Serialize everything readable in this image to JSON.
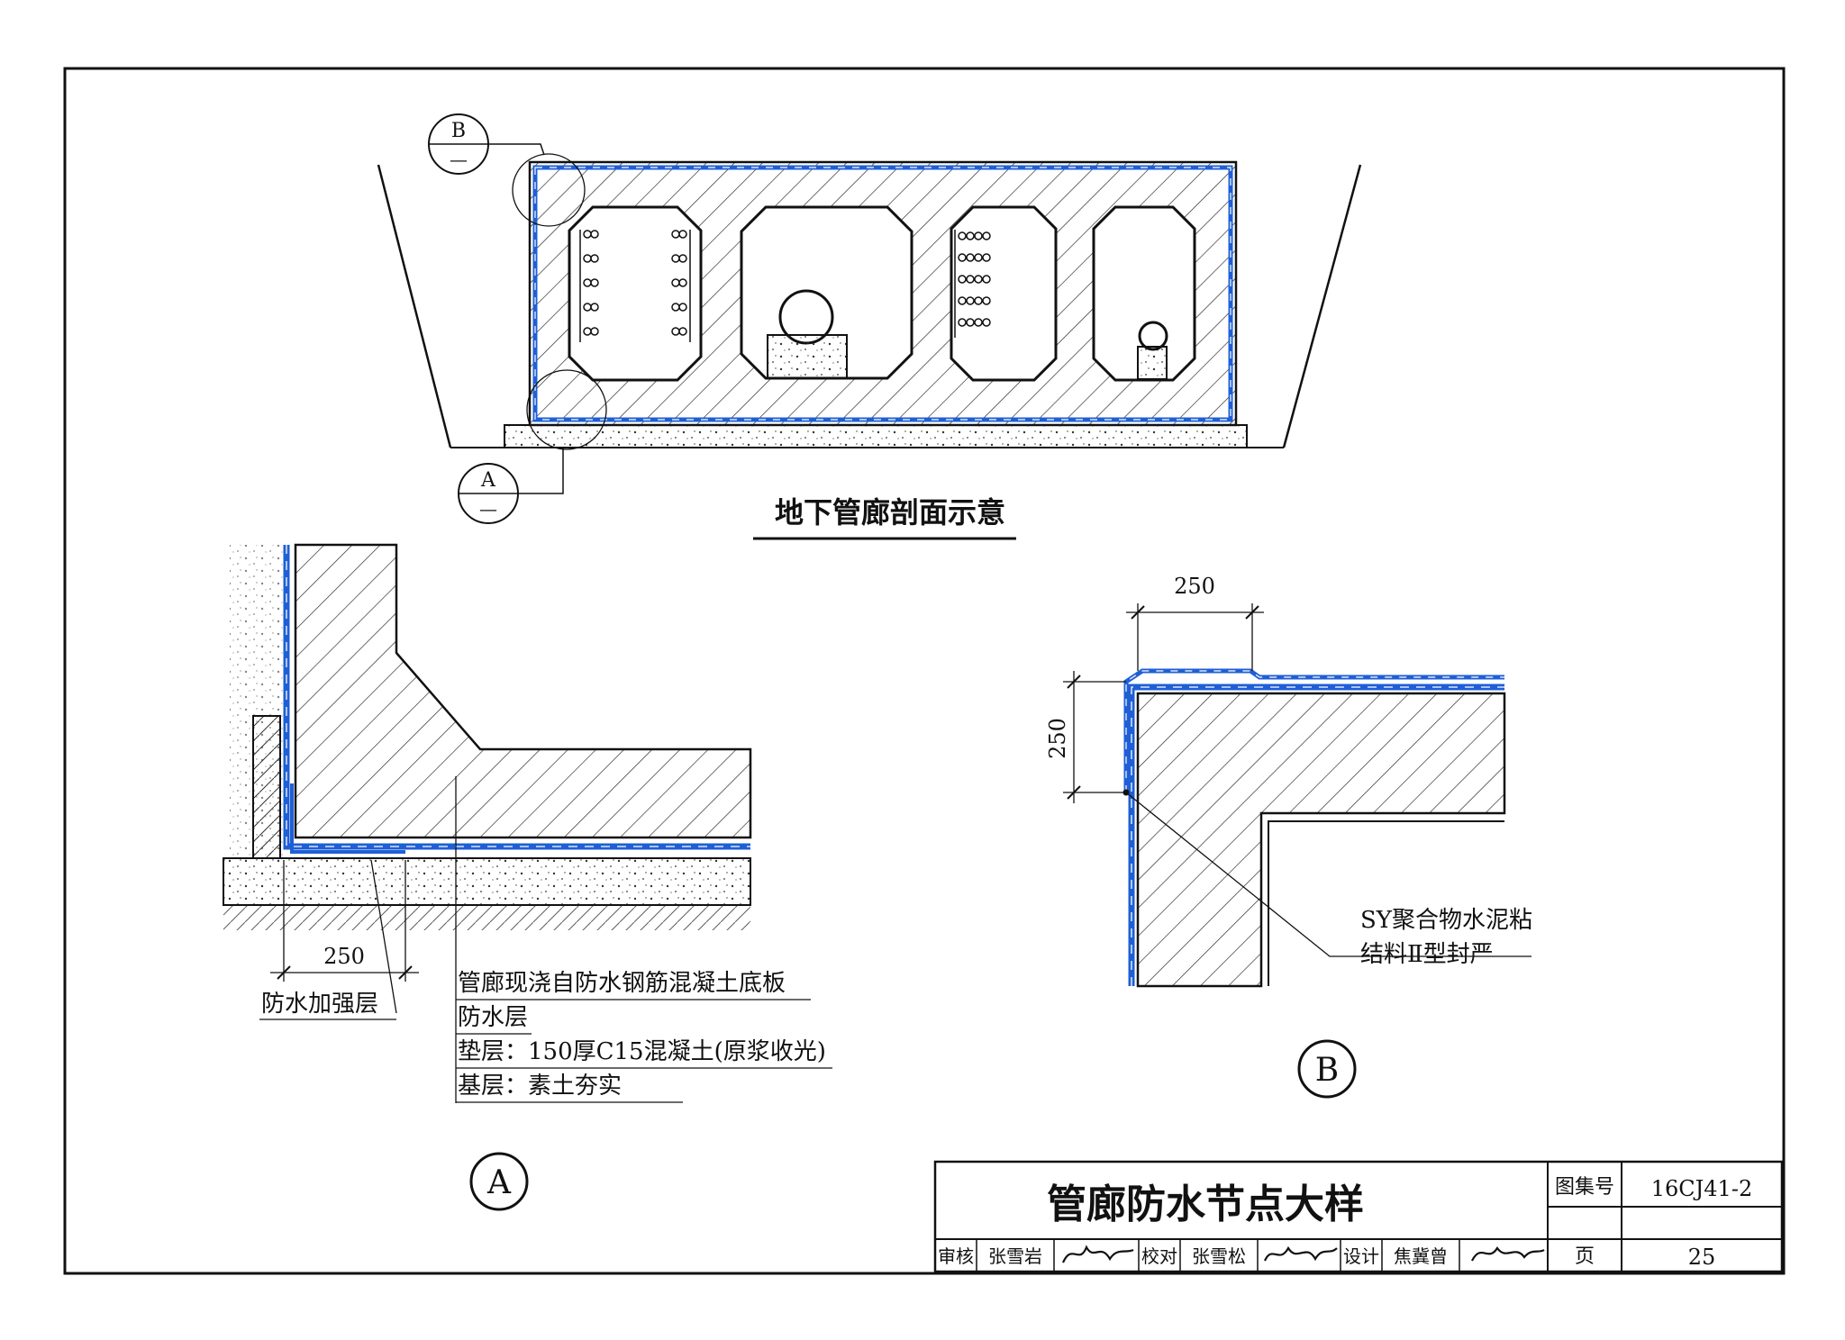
{
  "section": {
    "title": "地下管廊剖面示意",
    "callout_b_letter": "B",
    "callout_b_sub": "—",
    "callout_a_letter": "A",
    "callout_a_sub": "—"
  },
  "detail_a": {
    "dim_250": "250",
    "label_reinforce": "防水加强层",
    "notes": [
      "管廊现浇自防水钢筋混凝土底板",
      "防水层",
      "垫层：150厚C15混凝土(原浆收光)",
      "基层：素土夯实"
    ],
    "marker": "A"
  },
  "detail_b": {
    "dim_top": "250",
    "dim_side": "250",
    "note_line1": "SY聚合物水泥粘",
    "note_line2": "结料Ⅱ型封严",
    "marker": "B"
  },
  "title_block": {
    "main_title": "管廊防水节点大样",
    "atlas_label": "图集号",
    "atlas_value": "16CJ41-2",
    "review_label": "审核",
    "review_name": "张雪岩",
    "check_label": "校对",
    "check_name": "张雪松",
    "design_label": "设计",
    "design_name": "焦冀曾",
    "page_label": "页",
    "page_value": "25"
  },
  "colors": {
    "membrane": "#1f5fd6",
    "line": "#111111"
  }
}
